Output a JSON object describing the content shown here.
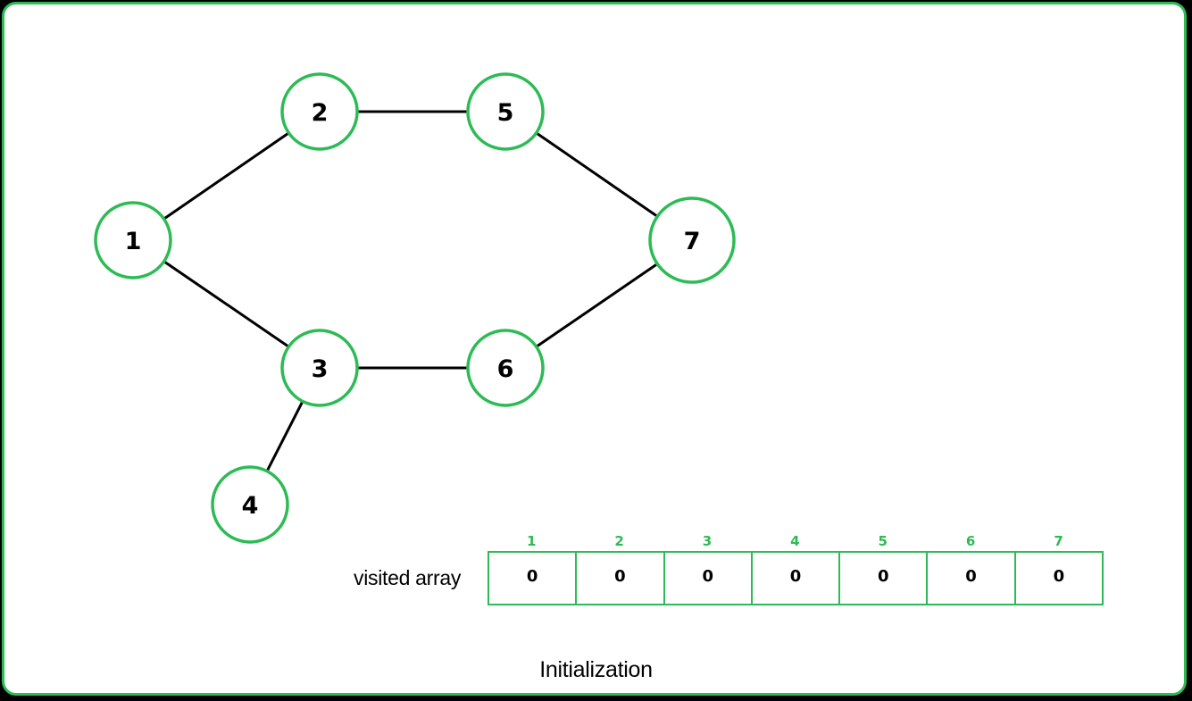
{
  "colors": {
    "accent": "#2dbb55",
    "text": "#000000",
    "background": "#ffffff"
  },
  "graph": {
    "nodes": [
      {
        "id": "1",
        "label": "1"
      },
      {
        "id": "2",
        "label": "2"
      },
      {
        "id": "3",
        "label": "3"
      },
      {
        "id": "4",
        "label": "4"
      },
      {
        "id": "5",
        "label": "5"
      },
      {
        "id": "6",
        "label": "6"
      },
      {
        "id": "7",
        "label": "7"
      }
    ],
    "edges": [
      {
        "from": "1",
        "to": "2"
      },
      {
        "from": "1",
        "to": "3"
      },
      {
        "from": "2",
        "to": "5"
      },
      {
        "from": "5",
        "to": "7"
      },
      {
        "from": "3",
        "to": "6"
      },
      {
        "from": "6",
        "to": "7"
      },
      {
        "from": "3",
        "to": "4"
      }
    ]
  },
  "visited": {
    "label": "visited array",
    "indices": [
      "1",
      "2",
      "3",
      "4",
      "5",
      "6",
      "7"
    ],
    "values": [
      "0",
      "0",
      "0",
      "0",
      "0",
      "0",
      "0"
    ]
  },
  "caption": "Initialization"
}
